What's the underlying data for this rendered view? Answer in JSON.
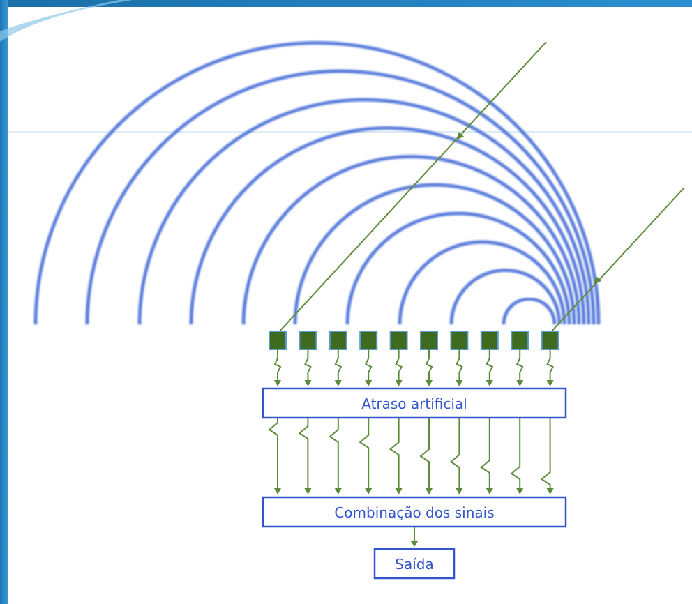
{
  "boxes": {
    "delay_label": "Atraso artificial",
    "combine_label": "Combinação dos sinais",
    "output_label": "Saída"
  },
  "sensor_count": 10,
  "wavefront_count": 10,
  "colors": {
    "wave": "#4a6fd8",
    "sensor_fill": "#3e6b1f",
    "sensor_border": "#5c9ad6",
    "signal_line": "#5c8c3a",
    "box_border": "#3355cc",
    "box_text": "#3355cc",
    "slide_accent": "#1f7fb8"
  },
  "icons": {
    "sensor": "square-sensor-icon",
    "arrow": "down-arrow-icon"
  }
}
